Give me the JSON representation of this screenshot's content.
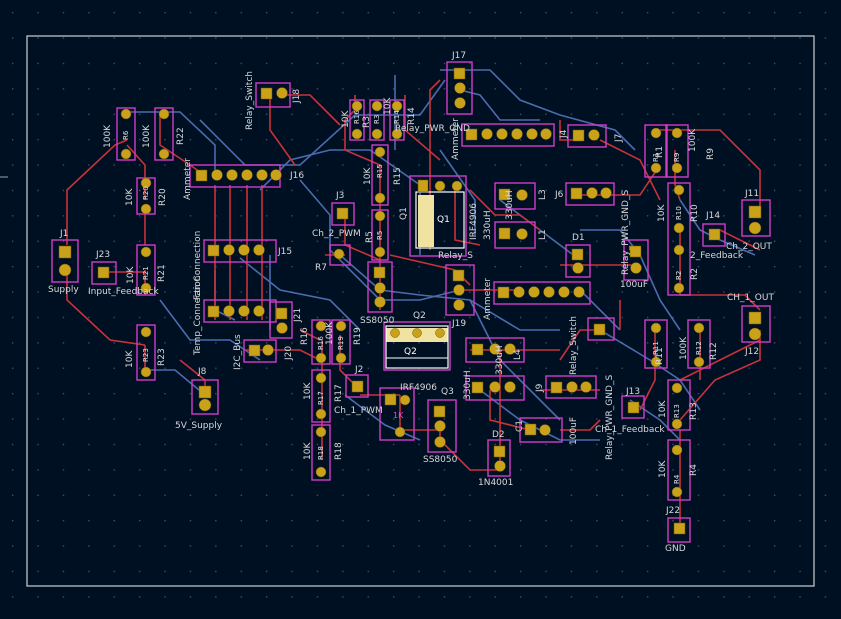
{
  "board": {
    "background": "#001023",
    "grid_dot": "#4a5570",
    "edge": "#d0d0d0",
    "front_copper": "#c8323a",
    "back_copper": "#5a7cc6",
    "pad": "#c9a21a",
    "courtyard": "#d23cc8",
    "silk": "#e6e6e6",
    "fab": "#f0e2a0"
  },
  "labels": {
    "j17": "J17",
    "relay_switch_top": "Relay_Switch",
    "j18": "J18",
    "ammeter_top": "Ammeter",
    "relay_pwr_gnd_top": "Relay_PWR_GND",
    "j4": "J4",
    "j7": "J7",
    "r6_val": "100K",
    "r22_val": "100K",
    "r6": "R6",
    "r22": "R22",
    "r10k_r20": "10K",
    "r20": "R20",
    "r16": "R16",
    "r10k_a": "10K",
    "r10k_b": "10K",
    "r3": "R3",
    "r14": "R14",
    "r15": "R15",
    "r10k_c": "10K",
    "j16": "J16",
    "ammeter_left": "Ammeter",
    "j3": "J3",
    "q1": "Q1",
    "irf4906_top": "IRF4906",
    "l330_top": "330uH",
    "l330_top2": "330uH",
    "l3": "L3",
    "l1": "L1",
    "j6": "J6",
    "ch2_pwm": "Ch_2_PWM",
    "r5": "R5",
    "r7": "R7",
    "j1": "J1",
    "supply": "Supply",
    "j23": "J23",
    "input_feedback": "Input_Feedback",
    "r21_val": "10K",
    "r21": "R21",
    "fan_connection": "Fan Connection",
    "j15": "J15",
    "relay_s": "Relay_S",
    "d1": "D1",
    "relay_pwr_gnd_right": "Relay_PWR_GND_S",
    "r1": "R1",
    "r9": "R9",
    "r10_val": "10K",
    "r10": "R10",
    "j14": "J14",
    "j11": "J11",
    "ch2_out": "Ch_2_OUT",
    "c2_feedback": "2_Feedback",
    "r2": "R2",
    "c100uf_top": "100uF",
    "ch1_out": "CH_1_OUT",
    "j12": "J12",
    "ss8050_top": "SS8050",
    "q2": "Q2",
    "j19": "J19",
    "ammeter_mid": "Ammeter",
    "temp_conn": "Temp_Connection",
    "i2c_bus": "I2C_Bus",
    "j21": "J21",
    "j20": "J20",
    "r16b": "R16",
    "r19": "R19",
    "r100k_mid": "100K",
    "r23_val": "10K",
    "r23": "R23",
    "j8": "J8",
    "supply_5v": "5V_Supply",
    "l4": "L4",
    "l330_mid": "330uH",
    "relay_switch_right": "Relay_Switch",
    "relay_pwr_gnd_bot": "Relay_PWR_GND_S",
    "r11": "R11",
    "r12": "R12",
    "r100k_right": "100K",
    "j2": "J2",
    "r17": "R17",
    "ch1_pwm": "Ch_1_PWM",
    "irf4906_bot": "IRF4906",
    "q3": "Q3",
    "r8_val": "1K",
    "j9": "J9",
    "c1": "C1",
    "c100uf_bot": "100uF",
    "j13": "J13",
    "r13": "R13",
    "ch1_feedback": "Ch_1_Feedback",
    "r18": "R18",
    "r10k_r18": "10K",
    "ss8050_bot": "SS8050",
    "d2": "D2",
    "n4001": "1N4001",
    "r4": "R4",
    "r4_val": "10K",
    "j22": "J22",
    "gnd": "GND"
  }
}
